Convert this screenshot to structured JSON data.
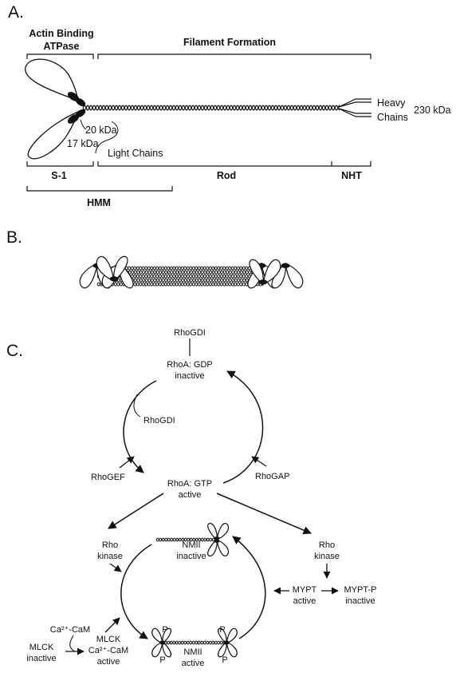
{
  "panelA": {
    "label": "A.",
    "actin_binding_line1": "Actin Binding",
    "actin_binding_line2": "ATPase",
    "filament_formation": "Filament Formation",
    "heavy": "Heavy",
    "chains": "Chains",
    "kda230": "230 kDa",
    "kda20": "20 kDa",
    "kda17": "17 kDa",
    "light_chains": "Light Chains",
    "s1": "S-1",
    "rod": "Rod",
    "nht": "NHT",
    "hmm": "HMM"
  },
  "panelB": {
    "label": "B."
  },
  "panelC": {
    "label": "C.",
    "rhogdi_top": "RhoGDI",
    "rhoa_gdp": "RhoA: GDP",
    "inactive1": "inactive",
    "rhogdi_mid": "RhoGDI",
    "rhogef": "RhoGEF",
    "rhogap": "RhoGAP",
    "rhoa_gtp": "RhoA: GTP",
    "active1": "active",
    "rho_left": "Rho",
    "kinase_left": "kinase",
    "rho_right": "Rho",
    "kinase_right": "kinase",
    "nmii_top": "NMII",
    "nmii_top_state": "inactive",
    "mypt": "MYPT",
    "mypt_state": "active",
    "mypt_p": "MYPT-P",
    "mypt_p_state": "inactive",
    "ca_cam": "Ca²⁺-CaM",
    "mlck_left": "MLCK",
    "mlck_left_state": "inactive",
    "mlck_right": "MLCK",
    "mlck_right_complex": "Ca²⁺-CaM",
    "mlck_right_state": "active",
    "nmii_bottom": "NMII",
    "nmii_bottom_state": "active",
    "p1": "P",
    "p2": "P",
    "p3": "P",
    "p4": "P"
  }
}
